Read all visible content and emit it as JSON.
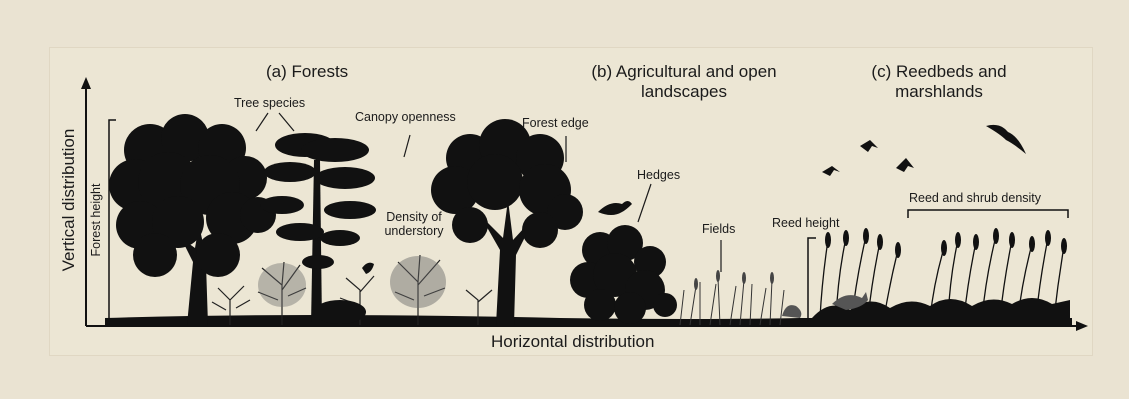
{
  "sections": {
    "forests": "(a) Forests",
    "agricultural_line1": "(b) Agricultural and open",
    "agricultural_line2": "landscapes",
    "reedbeds_line1": "(c) Reedbeds and",
    "reedbeds_line2": "marshlands"
  },
  "annotations": {
    "tree_species": "Tree species",
    "canopy_openness": "Canopy openness",
    "forest_edge": "Forest edge",
    "density_line1": "Density of",
    "density_line2": "understory",
    "forest_height": "Forest height",
    "hedges": "Hedges",
    "fields": "Fields",
    "reed_height": "Reed height",
    "reed_shrub_density": "Reed and shrub density"
  },
  "axes": {
    "vertical": "Vertical distribution",
    "horizontal": "Horizontal distribution"
  },
  "colors": {
    "background": "#eae3d2",
    "silhouette": "#111111",
    "text": "#1b1b1b"
  }
}
